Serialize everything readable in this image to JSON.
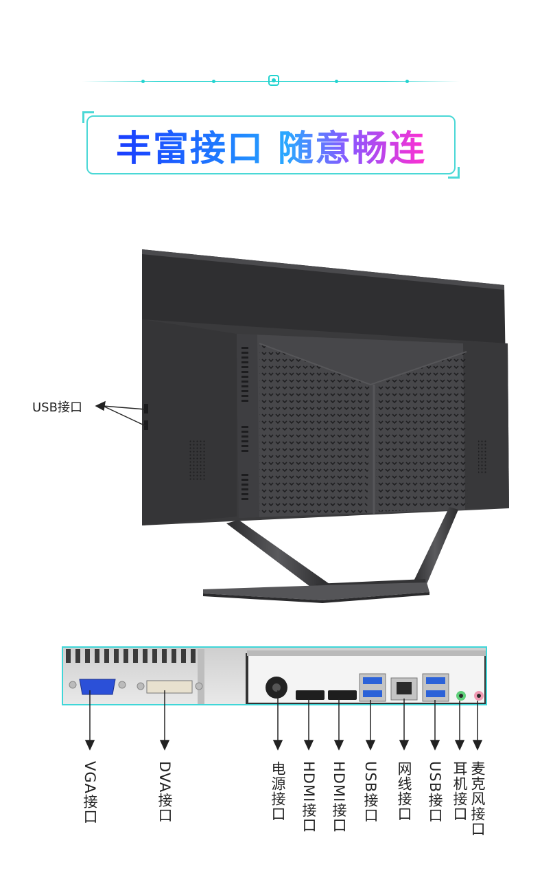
{
  "title": "丰富接口 随意畅连",
  "side_label": "USB接口",
  "ports": [
    {
      "label": "VGA接口"
    },
    {
      "label": "DVA接口"
    },
    {
      "label": "电源接口"
    },
    {
      "label": "HDMI接口"
    },
    {
      "label": "HDMI接口"
    },
    {
      "label": "USB接口"
    },
    {
      "label": "网线接口"
    },
    {
      "label": "USB接口"
    },
    {
      "label": "耳机接口"
    },
    {
      "label": "麦克风接口"
    }
  ],
  "colors": {
    "accent": "#22d3cf",
    "title_gradient": [
      "#1a3cff",
      "#2aa8ff",
      "#ff2fd0"
    ],
    "monitor": "#3b3b3d"
  }
}
